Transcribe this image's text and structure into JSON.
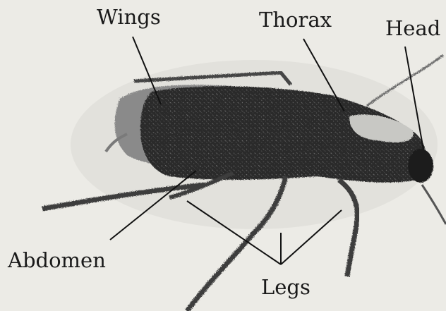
{
  "labels": {
    "wings": "Wings",
    "thorax": "Thorax",
    "head": "Head",
    "abdomen": "Abdomen",
    "legs": "Legs"
  }
}
